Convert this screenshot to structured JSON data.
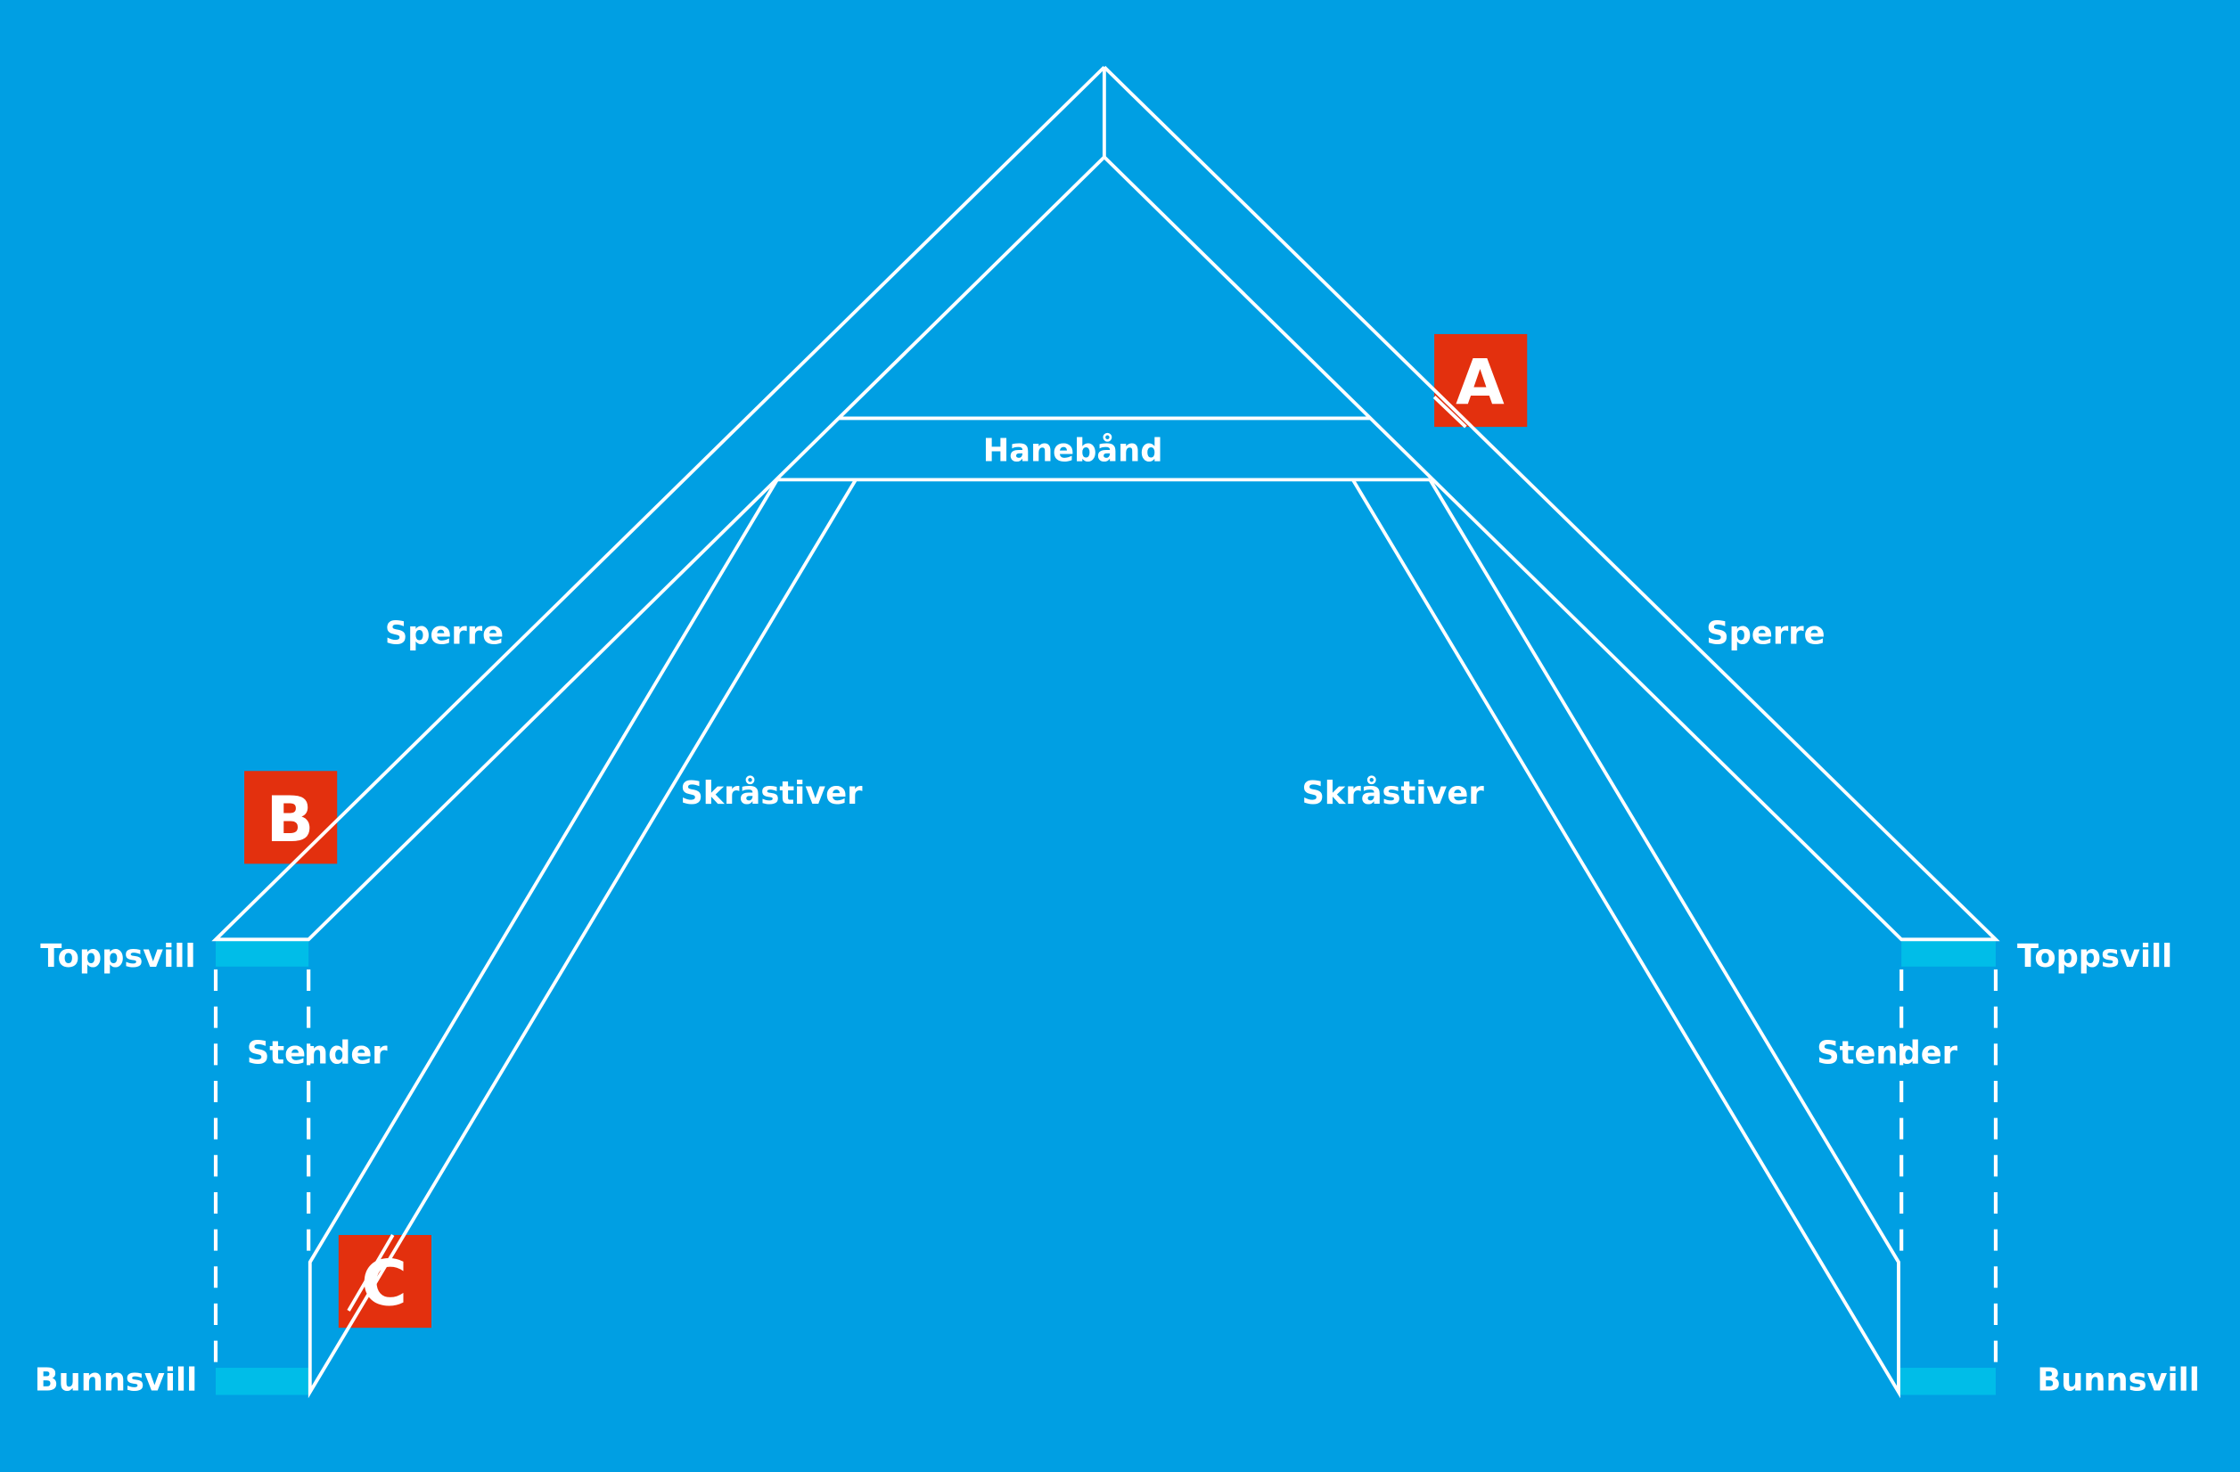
{
  "colors": {
    "background": "#009fe3",
    "lines": "#ffffff",
    "sill": "#00bde8",
    "marker": "#e3300e"
  },
  "labels": {
    "collar_tie": "Hanebånd",
    "rafter_left": "Sperre",
    "rafter_right": "Sperre",
    "brace_left": "Skråstiver",
    "brace_right": "Skråstiver",
    "top_plate_left": "Toppsvill",
    "top_plate_right": "Toppsvill",
    "stud_left": "Stender",
    "stud_right": "Stender",
    "bottom_plate_left": "Bunnsvill",
    "bottom_plate_right": "Bunnsvill"
  },
  "markers": {
    "a": "A",
    "b": "B",
    "c": "C"
  }
}
